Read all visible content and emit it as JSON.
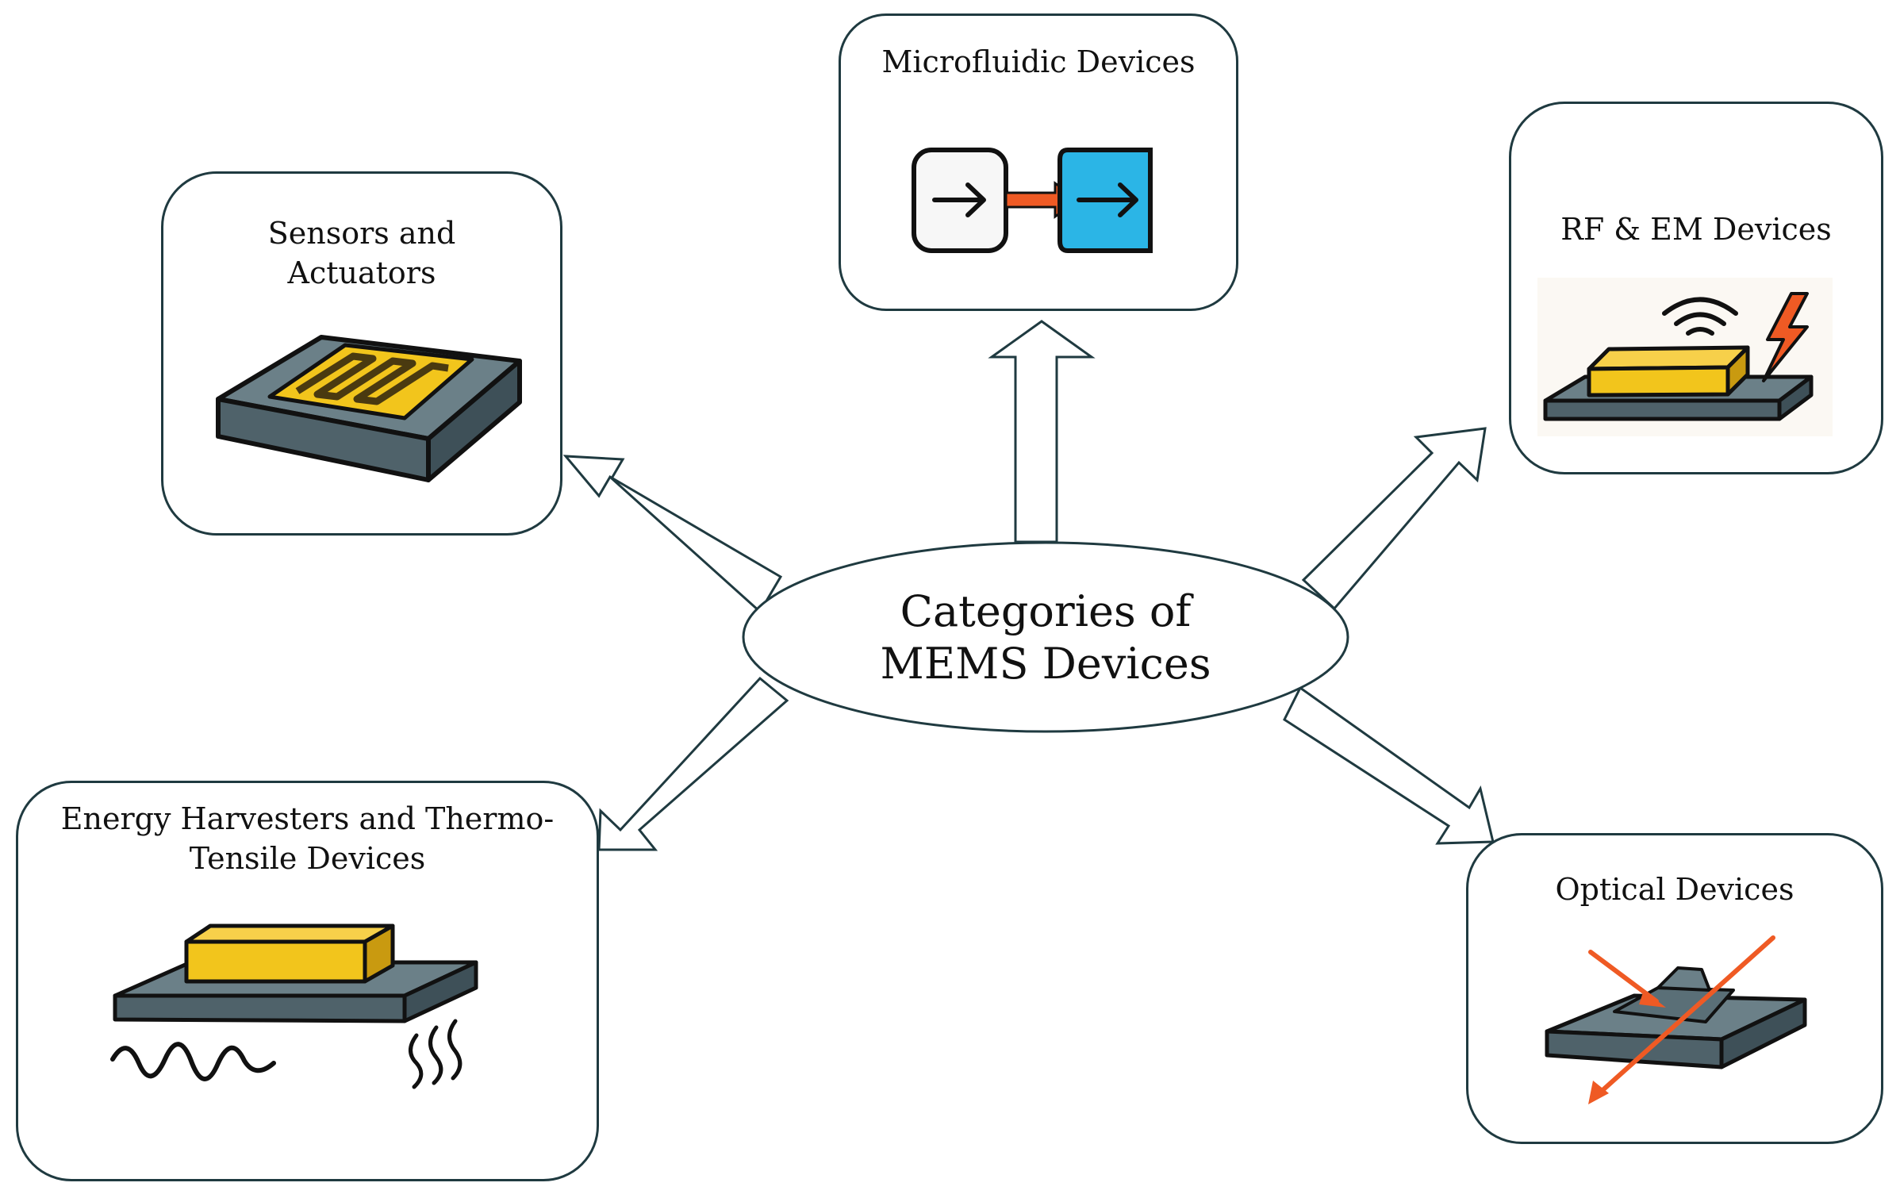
{
  "center": {
    "label": "Categories of\nMEMS Devices"
  },
  "categories": [
    {
      "label": "Microfluidic Devices",
      "icon": "microfluidic-channel-icon"
    },
    {
      "label": "Sensors and\nActuators",
      "icon": "sensor-chip-icon"
    },
    {
      "label": "RF & EM Devices",
      "icon": "rf-em-device-icon"
    },
    {
      "label": "Energy Harvesters and Thermo-\nTensile Devices",
      "icon": "energy-harvester-icon"
    },
    {
      "label": "Optical Devices",
      "icon": "optical-device-icon"
    }
  ],
  "colors": {
    "outline": "#1f3a40",
    "substrate": "#556b73",
    "gold": "#f2c51c",
    "blue": "#2bb5e6",
    "red_orange": "#ef5a24"
  }
}
